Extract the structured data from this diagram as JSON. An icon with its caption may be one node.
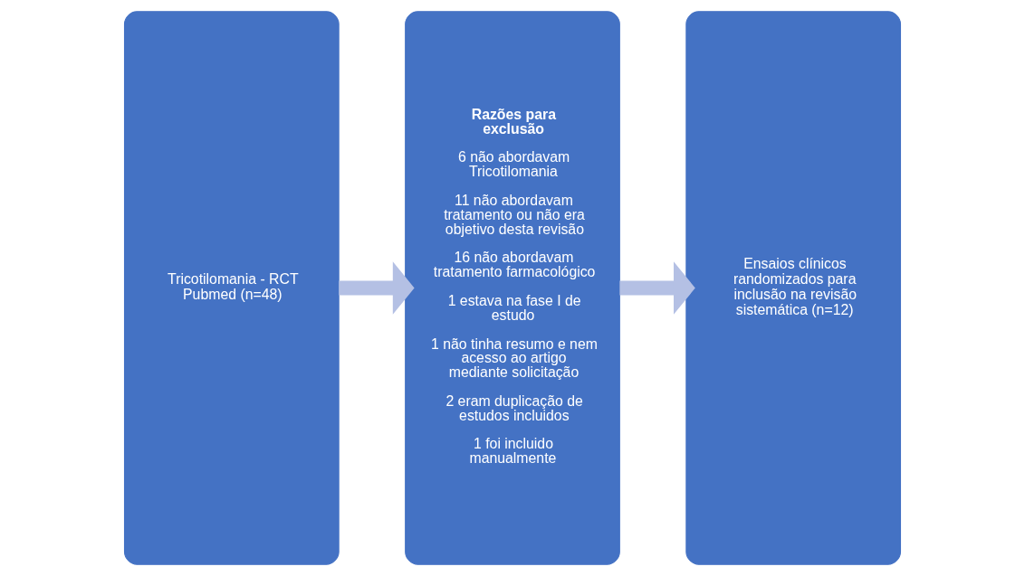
{
  "diagram": {
    "nodes": [
      {
        "text": [
          "Tricotilomania - RCT Pubmed (n=48)"
        ]
      },
      {
        "text": [
          "Razões para exclusão",
          "6 não abordavam Tricotilomania",
          "11 não abordavam tratamento ou não era objetivo desta revisão",
          "16 não abordavam tratamento farmacológico",
          "1 estava na fase I de estudo",
          "1 não tinha resumo e nem acesso ao artigo mediante solicitação",
          "2 eram duplicação de estudos incluidos",
          "1 foi incluido manualmente"
        ]
      },
      {
        "text": [
          "Ensaios clínicos randomizados para inclusão na revisão sistemática (n=12)"
        ]
      }
    ],
    "edges": [
      {
        "from": 0,
        "to": 1,
        "arrow": "to"
      },
      {
        "from": 1,
        "to": 2,
        "arrow": "to"
      }
    ]
  }
}
